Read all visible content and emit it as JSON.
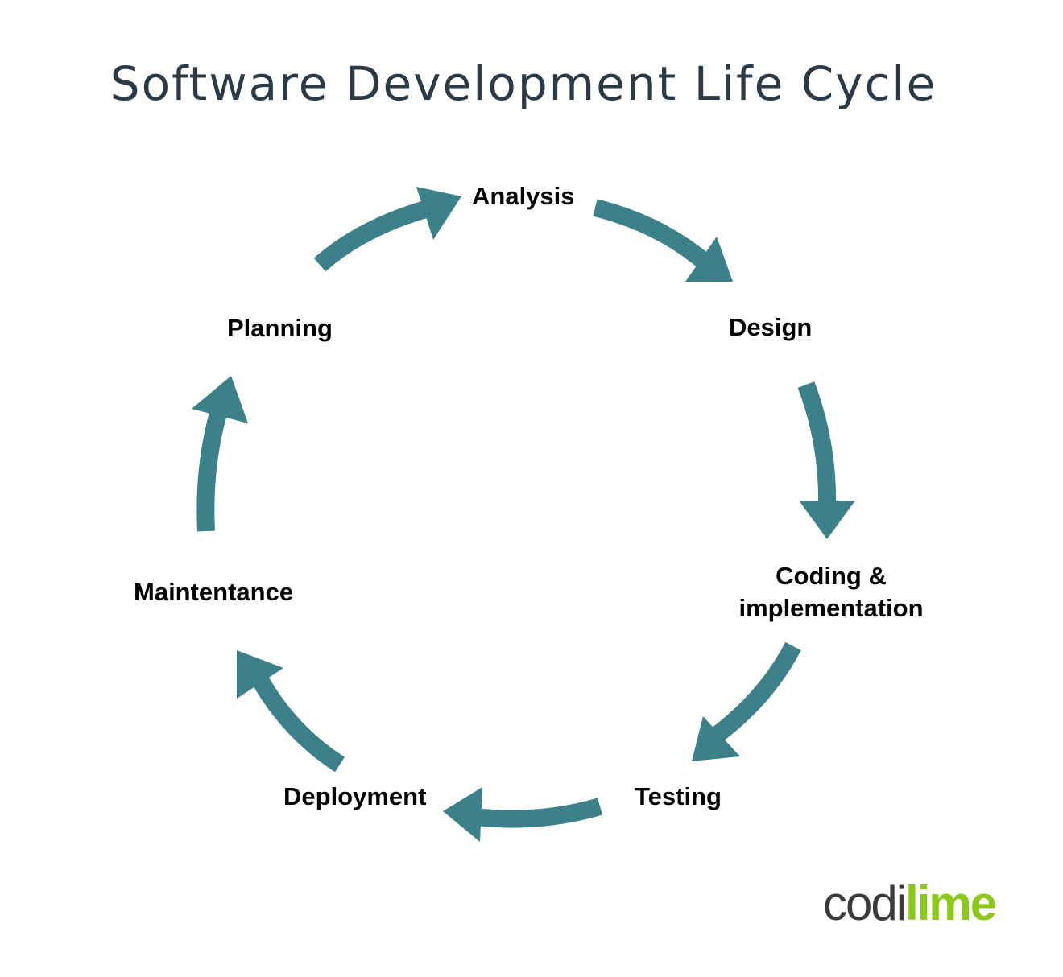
{
  "title": "Software Development Life Cycle",
  "stages": [
    "Analysis",
    "Design",
    "Coding & implementation",
    "Testing",
    "Deployment",
    "Maintentance",
    "Planning"
  ],
  "arrow_color": "#3c8089",
  "logo": {
    "text_dark": "codi",
    "text_green": "lime",
    "dark_color": "#3a3a3a",
    "green_color": "#8bc919"
  }
}
